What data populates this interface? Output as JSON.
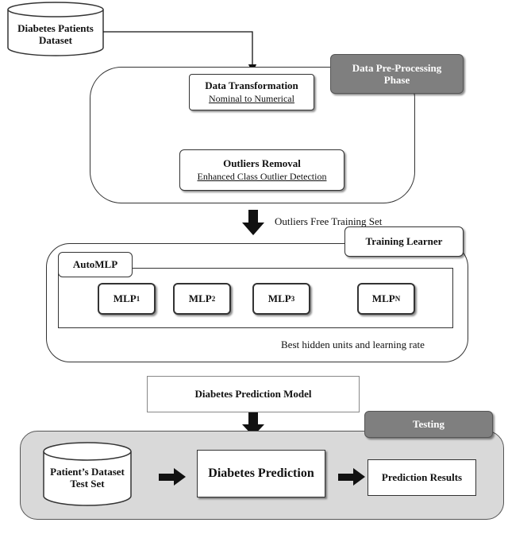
{
  "dataset": {
    "line1": "Diabetes Patients",
    "line2": "Dataset"
  },
  "preprocessing": {
    "title_line1": "Data Pre-Processing",
    "title_line2": "Phase",
    "transformation_title": "Data Transformation",
    "transformation_sub": "Nominal to Numerical",
    "outliers_title": "Outliers Removal",
    "outliers_sub": "Enhanced Class Outlier Detection"
  },
  "arrow_label_1": "Outliers Free  Training Set",
  "training": {
    "title": "Training Learner",
    "automlp": "AutoMLP",
    "mlps": [
      {
        "base": "MLP",
        "sub": "1"
      },
      {
        "base": "MLP",
        "sub": "2"
      },
      {
        "base": "MLP",
        "sub": "3"
      },
      {
        "base": "MLP",
        "sub": "N"
      }
    ]
  },
  "arrow_label_2": "Best hidden units and learning rate",
  "model": "Diabetes Prediction Model",
  "testing": {
    "title": "Testing",
    "test_set_line1": "Patient’s Dataset",
    "test_set_line2": "Test Set",
    "prediction": "Diabetes Prediction",
    "results": "Prediction Results"
  },
  "colors": {
    "panel_gray": "#d9d9d9",
    "tab_gray": "#7f7f7f",
    "arrow": "#111111"
  }
}
